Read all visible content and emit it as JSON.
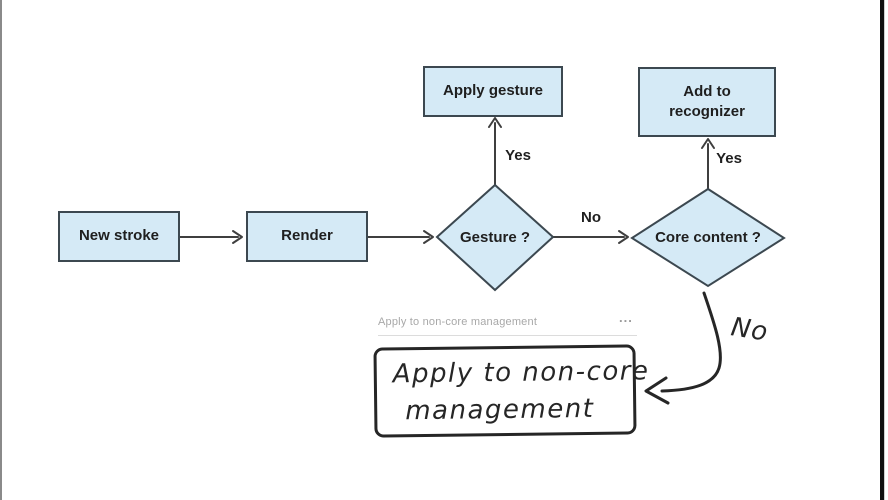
{
  "diagram": {
    "nodes": {
      "new_stroke": {
        "label": "New stroke"
      },
      "render": {
        "label": "Render"
      },
      "apply_gesture": {
        "label": "Apply gesture"
      },
      "add_to_recognizer": {
        "label": "Add to recognizer"
      },
      "gesture_decision": {
        "label": "Gesture ?"
      },
      "core_content_decision": {
        "label": "Core content ?"
      }
    },
    "edge_labels": {
      "gesture_yes": "Yes",
      "gesture_no": "No",
      "core_yes": "Yes"
    },
    "colors": {
      "node_fill": "#d5eaf6",
      "node_border": "#3c4850",
      "connector": "#3f3f3f",
      "label_text": "#1f1f1f",
      "ink": "#262626",
      "tooltip_text": "#a8a8a8",
      "tooltip_rule": "#dcdcdc"
    }
  },
  "ink_annotation": {
    "selection_header": {
      "title": "Apply to non-core management",
      "more_menu": "..."
    },
    "note": {
      "line1": "Apply to non-core",
      "line2": "management"
    },
    "no_label": "No"
  }
}
